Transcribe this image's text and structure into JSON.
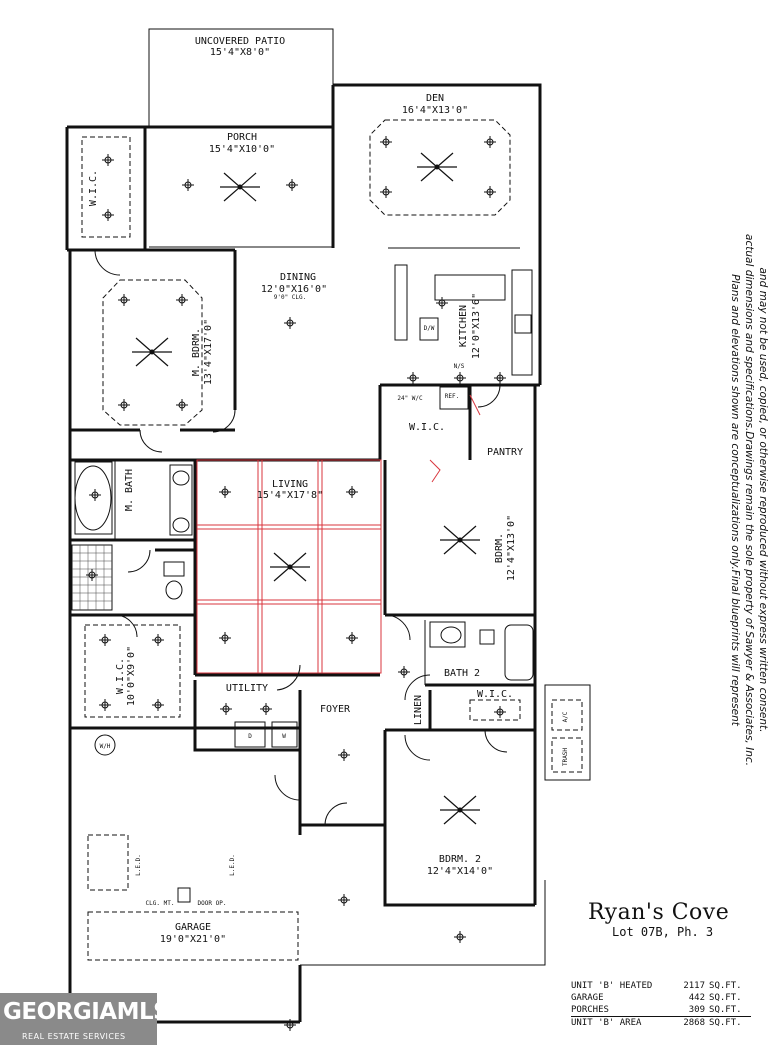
{
  "rooms": {
    "patio": {
      "name": "UNCOVERED PATIO",
      "dims": "15'4\"X8'0\""
    },
    "den": {
      "name": "DEN",
      "dims": "16'4\"X13'0\""
    },
    "porch": {
      "name": "PORCH",
      "dims": "15'4\"X10'0\""
    },
    "wic_top": {
      "name": "W.I.C."
    },
    "dining": {
      "name": "DINING",
      "dims": "12'0\"X16'0\"",
      "note": "9'0\" CLG."
    },
    "kitchen": {
      "name": "KITCHEN",
      "dims": "12'0\"X13'6\""
    },
    "master_bedroom": {
      "name": "M. BDRM.",
      "dims": "13'4\"X17'0\""
    },
    "living": {
      "name": "LIVING",
      "dims": "15'4\"X17'8\""
    },
    "master_bath": {
      "name": "M. BATH"
    },
    "wic_kitchen": {
      "name": "W.I.C."
    },
    "pantry": {
      "name": "PANTRY"
    },
    "bedroom": {
      "name": "BDRM.",
      "dims": "12'4\"X13'0\""
    },
    "wic_master": {
      "name": "W.I.C.",
      "dims": "10'0\"X9'0\""
    },
    "bath2": {
      "name": "BATH 2"
    },
    "linen": {
      "name": "LINEN"
    },
    "wic_bed2": {
      "name": "W.I.C."
    },
    "utility": {
      "name": "UTILITY"
    },
    "foyer": {
      "name": "FOYER"
    },
    "bedroom2": {
      "name": "BDRM. 2",
      "dims": "12'4\"X14'0\""
    },
    "garage": {
      "name": "GARAGE",
      "dims": "19'0\"X21'0\""
    }
  },
  "fixtures": {
    "ref": "REF.",
    "dw": "D/W",
    "washer": "W",
    "dryer": "D",
    "water_heater": "W/H",
    "led_left": "L.E.D.",
    "led_right": "L.E.D.",
    "clg_mt": "CLG. MT.",
    "door_op": "DOOR OP.",
    "ac": "A/C",
    "trash": "TRASH",
    "nh": "N/S",
    "shelf": "24\" W/C"
  },
  "disclaimer": [
    "and may not be used, copied, or otherwise reproduced without express written consent.",
    "actual dimensions and specifications.Drawings remain the sole property of Sawyer & Associates, Inc.",
    "Plans and elevations shown are conceptualizations only.Final blueprints will represent"
  ],
  "title": {
    "name": "Ryan's Cove",
    "lot": "Lot 07B, Ph. 3"
  },
  "areas": [
    {
      "label": "UNIT 'B' HEATED",
      "value": "2117",
      "unit": "SQ.FT."
    },
    {
      "label": "GARAGE",
      "value": "442",
      "unit": "SQ.FT."
    },
    {
      "label": "PORCHES",
      "value": "309",
      "unit": "SQ.FT."
    },
    {
      "label": "UNIT 'B' AREA",
      "value": "2868",
      "unit": "SQ.FT."
    }
  ],
  "logo": {
    "main": "GEORGIAMLS",
    "sub": "REAL ESTATE SERVICES"
  }
}
